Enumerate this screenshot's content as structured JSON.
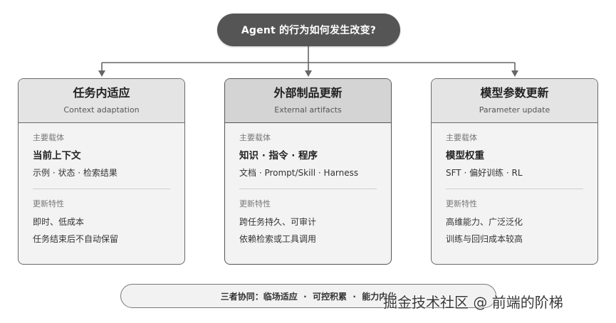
{
  "root": {
    "label": "Agent 的行为如何发生改变?"
  },
  "cards": [
    {
      "title": "任务内适应",
      "subtitle": "Context adaptation",
      "carrier_label": "主要载体",
      "carrier": "当前上下文",
      "carrier_detail": "示例 · 状态 · 检索结果",
      "traits_label": "更新特性",
      "traits": [
        "即时、低成本",
        "任务结束后不自动保留"
      ]
    },
    {
      "title": "外部制品更新",
      "subtitle": "External artifacts",
      "carrier_label": "主要载体",
      "carrier": "知识 · 指令 · 程序",
      "carrier_detail": "文档 · Prompt/Skill · Harness",
      "traits_label": "更新特性",
      "traits": [
        "跨任务持久、可审计",
        "依赖检索或工具调用"
      ]
    },
    {
      "title": "模型参数更新",
      "subtitle": "Parameter update",
      "carrier_label": "主要载体",
      "carrier": "模型权重",
      "carrier_detail": "SFT · 偏好训练 · RL",
      "traits_label": "更新特性",
      "traits": [
        "高维能力、广泛泛化",
        "训练与回归成本较高"
      ]
    }
  ],
  "footer": {
    "text": "三者协同：临场适应  ·  可控积累  ·  能力内化"
  },
  "watermark": {
    "text": "掘金技术社区 @ 前端的阶梯"
  },
  "colors": {
    "root_fill": "#555555",
    "card_border": "#6a6a6a",
    "card_header": "#e4e4e4",
    "card_header_mid": "#d4d4d4"
  }
}
